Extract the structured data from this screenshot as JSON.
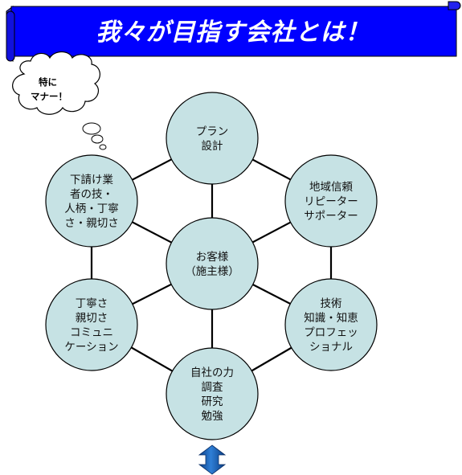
{
  "banner": {
    "title": "我々が目指す会社とは！",
    "color": "#0000ff"
  },
  "thought_bubble": {
    "lines": [
      "特に",
      "マナー！"
    ]
  },
  "hub": {
    "id": "center",
    "lines": [
      "お客様",
      "（施主様）"
    ]
  },
  "nodes": [
    {
      "id": "top",
      "lines": [
        "プラン",
        "設計"
      ]
    },
    {
      "id": "upper-right",
      "lines": [
        "地域信頼",
        "リピーター",
        "サポーター"
      ]
    },
    {
      "id": "lower-right",
      "lines": [
        "技術",
        "知識・知恵",
        "プロフェッ",
        "ショナル"
      ]
    },
    {
      "id": "bottom",
      "lines": [
        "自社の力",
        "調査",
        "研究",
        "勉強"
      ]
    },
    {
      "id": "lower-left",
      "lines": [
        "丁寧さ",
        "親切さ",
        "コミュニ",
        "ケーション"
      ]
    },
    {
      "id": "upper-left",
      "lines": [
        "下請け業",
        "者の技・",
        "人柄・丁寧",
        "さ・親切さ"
      ]
    }
  ],
  "colors": {
    "node_fill": "#c6e2e4",
    "node_stroke": "#000000",
    "edge": "#000000",
    "arrow": "#1f63b5"
  },
  "icons": {
    "bottom_arrow": "double-vertical-arrow-icon"
  }
}
